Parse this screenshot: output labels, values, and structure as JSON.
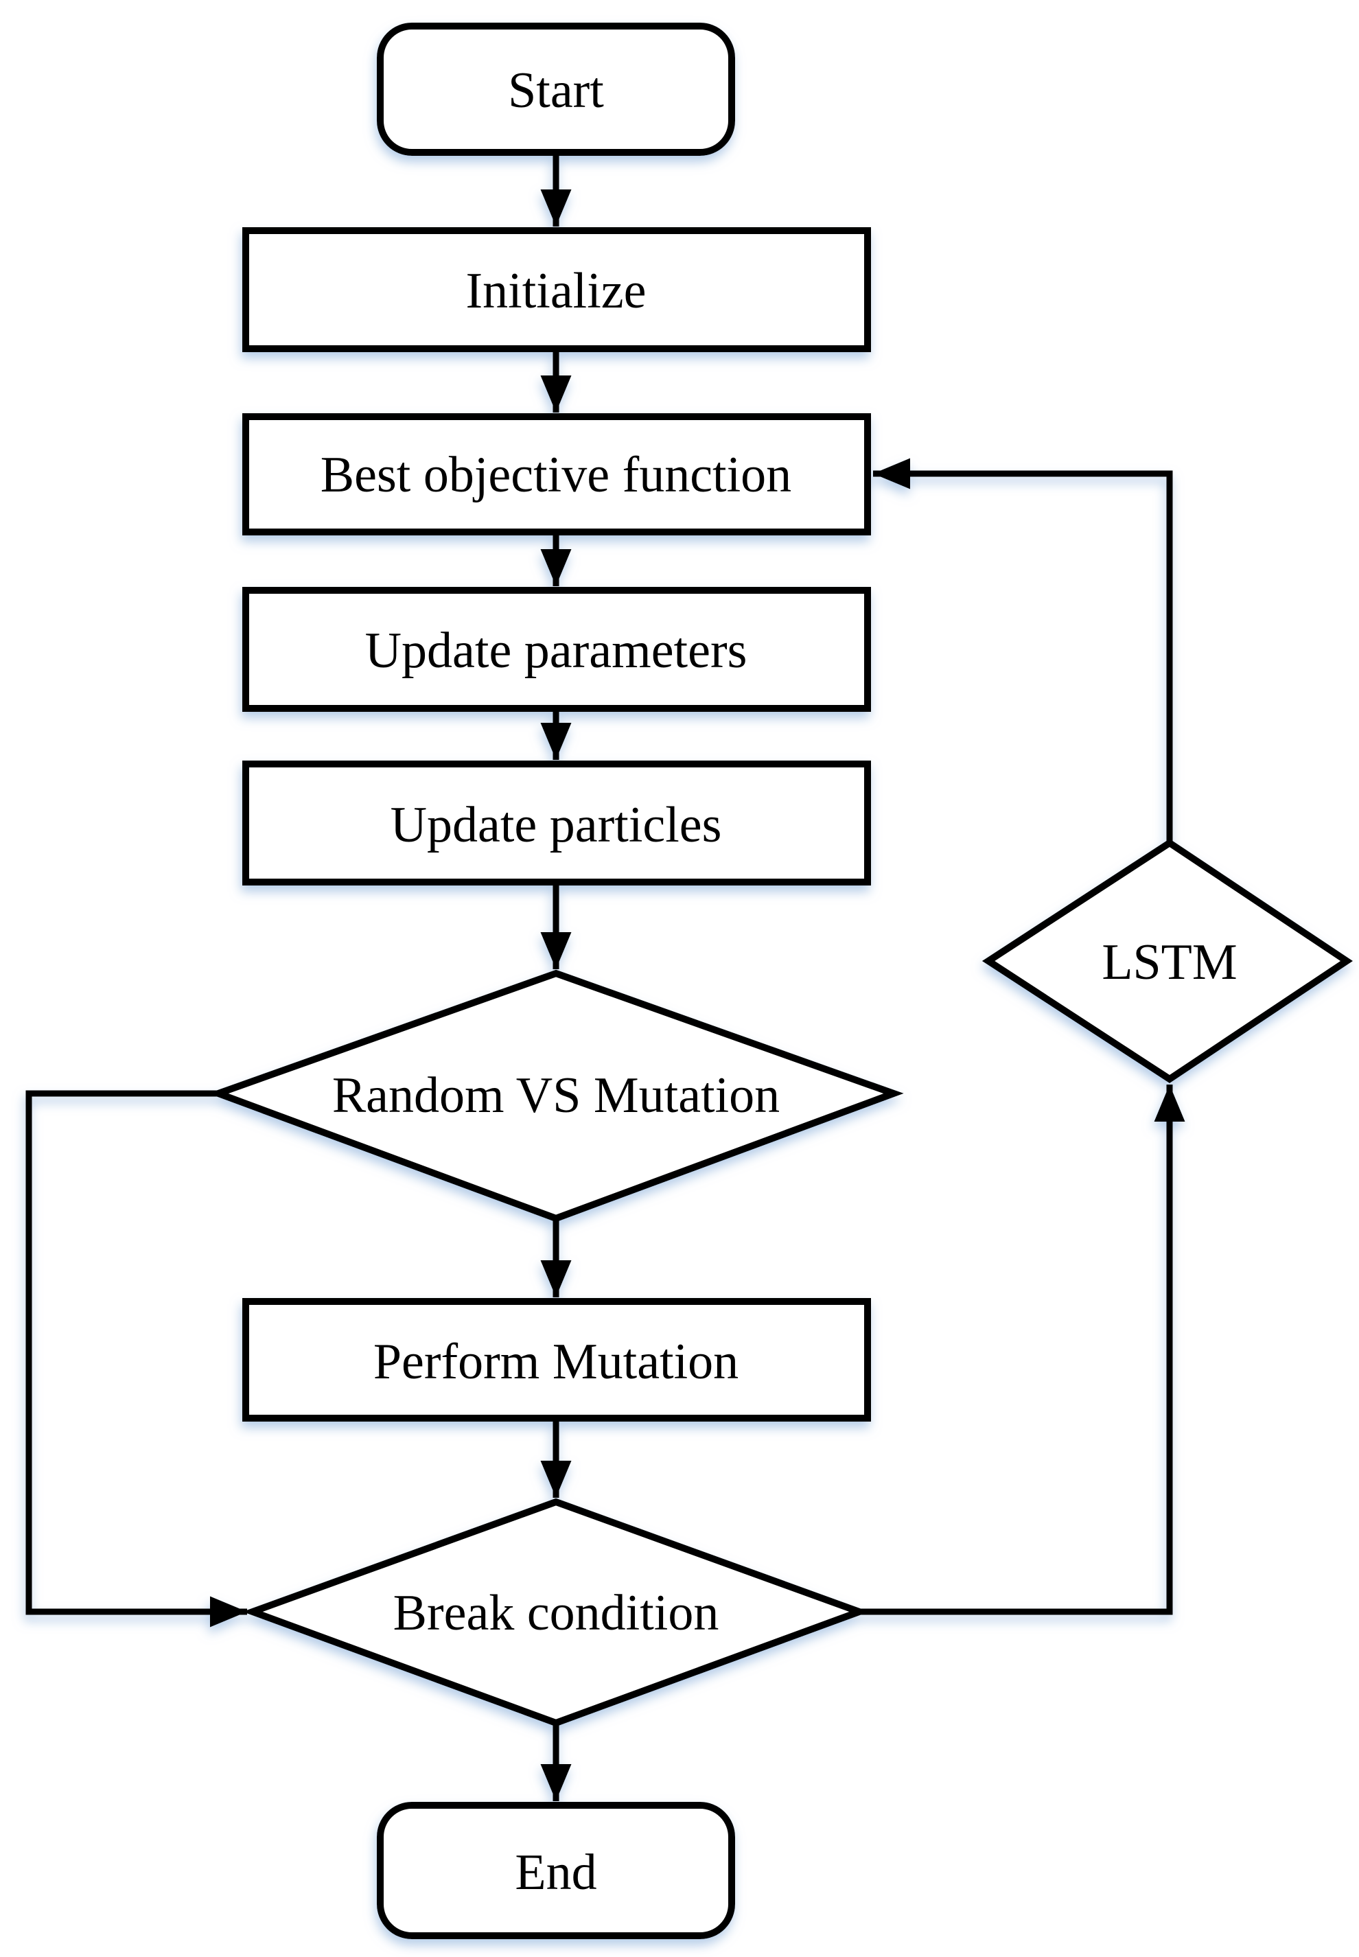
{
  "diagram": {
    "type": "flowchart",
    "background_color": "#ffffff",
    "stroke_color": "#000000",
    "shape_fill_color": "#ffffff",
    "shadow_color": "#a9c4e4",
    "nodes": {
      "start": {
        "label": "Start",
        "shape": "terminator"
      },
      "initialize": {
        "label": "Initialize",
        "shape": "process"
      },
      "best_objective": {
        "label": "Best objective function",
        "shape": "process"
      },
      "update_parameters": {
        "label": "Update parameters",
        "shape": "process"
      },
      "update_particles": {
        "label": "Update particles",
        "shape": "process"
      },
      "random_vs_mutation": {
        "label": "Random VS Mutation",
        "shape": "decision"
      },
      "perform_mutation": {
        "label": "Perform Mutation",
        "shape": "process"
      },
      "break_condition": {
        "label": "Break condition",
        "shape": "decision"
      },
      "end": {
        "label": "End",
        "shape": "terminator"
      },
      "lstm": {
        "label": "LSTM",
        "shape": "decision"
      }
    },
    "edges": [
      {
        "from": "start",
        "to": "initialize"
      },
      {
        "from": "initialize",
        "to": "best_objective"
      },
      {
        "from": "best_objective",
        "to": "update_parameters"
      },
      {
        "from": "update_parameters",
        "to": "update_particles"
      },
      {
        "from": "update_particles",
        "to": "random_vs_mutation"
      },
      {
        "from": "random_vs_mutation",
        "to": "perform_mutation"
      },
      {
        "from": "random_vs_mutation",
        "to": "break_condition",
        "via": "left-loop"
      },
      {
        "from": "perform_mutation",
        "to": "break_condition"
      },
      {
        "from": "break_condition",
        "to": "end"
      },
      {
        "from": "break_condition",
        "to": "lstm",
        "via": "right-column"
      },
      {
        "from": "lstm",
        "to": "best_objective",
        "via": "right-column"
      }
    ]
  }
}
